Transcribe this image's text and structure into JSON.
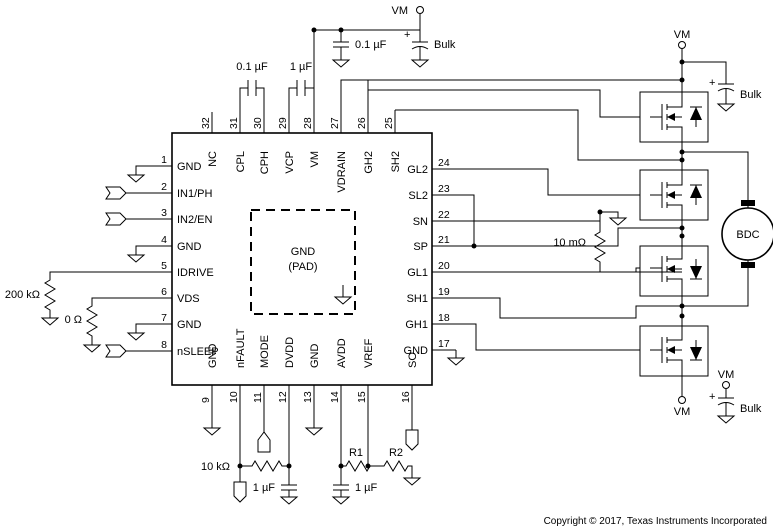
{
  "ic": {
    "pins_left": [
      {
        "num": "1",
        "name": "GND"
      },
      {
        "num": "2",
        "name": "IN1/PH"
      },
      {
        "num": "3",
        "name": "IN2/EN"
      },
      {
        "num": "4",
        "name": "GND"
      },
      {
        "num": "5",
        "name": "IDRIVE"
      },
      {
        "num": "6",
        "name": "VDS"
      },
      {
        "num": "7",
        "name": "GND"
      },
      {
        "num": "8",
        "name": "nSLEEP"
      }
    ],
    "pins_bottom": [
      {
        "num": "9",
        "name": "GND"
      },
      {
        "num": "10",
        "name": "nFAULT"
      },
      {
        "num": "11",
        "name": "MODE"
      },
      {
        "num": "12",
        "name": "DVDD"
      },
      {
        "num": "13",
        "name": "GND"
      },
      {
        "num": "14",
        "name": "AVDD"
      },
      {
        "num": "15",
        "name": "VREF"
      },
      {
        "num": "16",
        "name": "SO"
      }
    ],
    "pins_right": [
      {
        "num": "24",
        "name": "GL2"
      },
      {
        "num": "23",
        "name": "SL2"
      },
      {
        "num": "22",
        "name": "SN"
      },
      {
        "num": "21",
        "name": "SP"
      },
      {
        "num": "20",
        "name": "GL1"
      },
      {
        "num": "19",
        "name": "SH1"
      },
      {
        "num": "18",
        "name": "GH1"
      },
      {
        "num": "17",
        "name": "GND"
      }
    ],
    "pins_top": [
      {
        "num": "32",
        "name": "NC"
      },
      {
        "num": "31",
        "name": "CPL"
      },
      {
        "num": "30",
        "name": "CPH"
      },
      {
        "num": "29",
        "name": "VCP"
      },
      {
        "num": "28",
        "name": "VM"
      },
      {
        "num": "27",
        "name": "VDRAIN"
      },
      {
        "num": "26",
        "name": "GH2"
      },
      {
        "num": "25",
        "name": "SH2"
      }
    ],
    "pad_line1": "GND",
    "pad_line2": "(PAD)"
  },
  "labels": {
    "vm": "VM",
    "bulk": "Bulk",
    "cap_100n": "0.1 µF",
    "cap_1u": "1 µF",
    "res_200k": "200 kΩ",
    "res_0": "0 Ω",
    "res_10k": "10 kΩ",
    "res_10m": "10 mΩ",
    "r1": "R1",
    "r2": "R2",
    "motor": "BDC",
    "plus": "+",
    "copyright": "Copyright © 2017, Texas Instruments Incorporated"
  }
}
